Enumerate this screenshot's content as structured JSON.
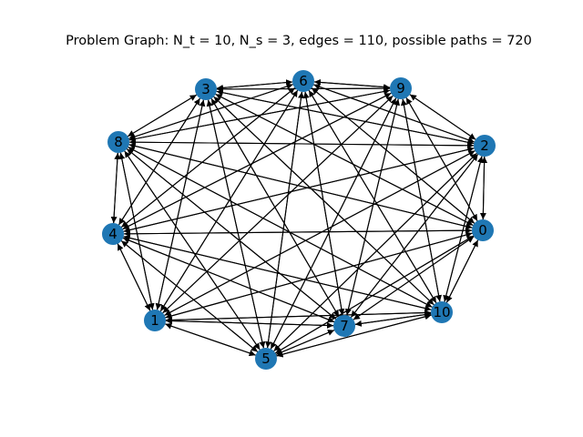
{
  "title": "Problem Graph: N_t = 10, N_s = 3, edges = 110, possible paths = 720",
  "colors": {
    "node_fill": "#1f77b4",
    "edge": "#000000",
    "background": "#ffffff",
    "label": "#000000"
  },
  "graph": {
    "directed": true,
    "layout": "circular",
    "nodes": [
      "0",
      "1",
      "2",
      "3",
      "4",
      "5",
      "6",
      "7",
      "8",
      "9",
      "10"
    ],
    "edges": "complete digraph: every ordered pair of distinct nodes (110 arcs)"
  }
}
